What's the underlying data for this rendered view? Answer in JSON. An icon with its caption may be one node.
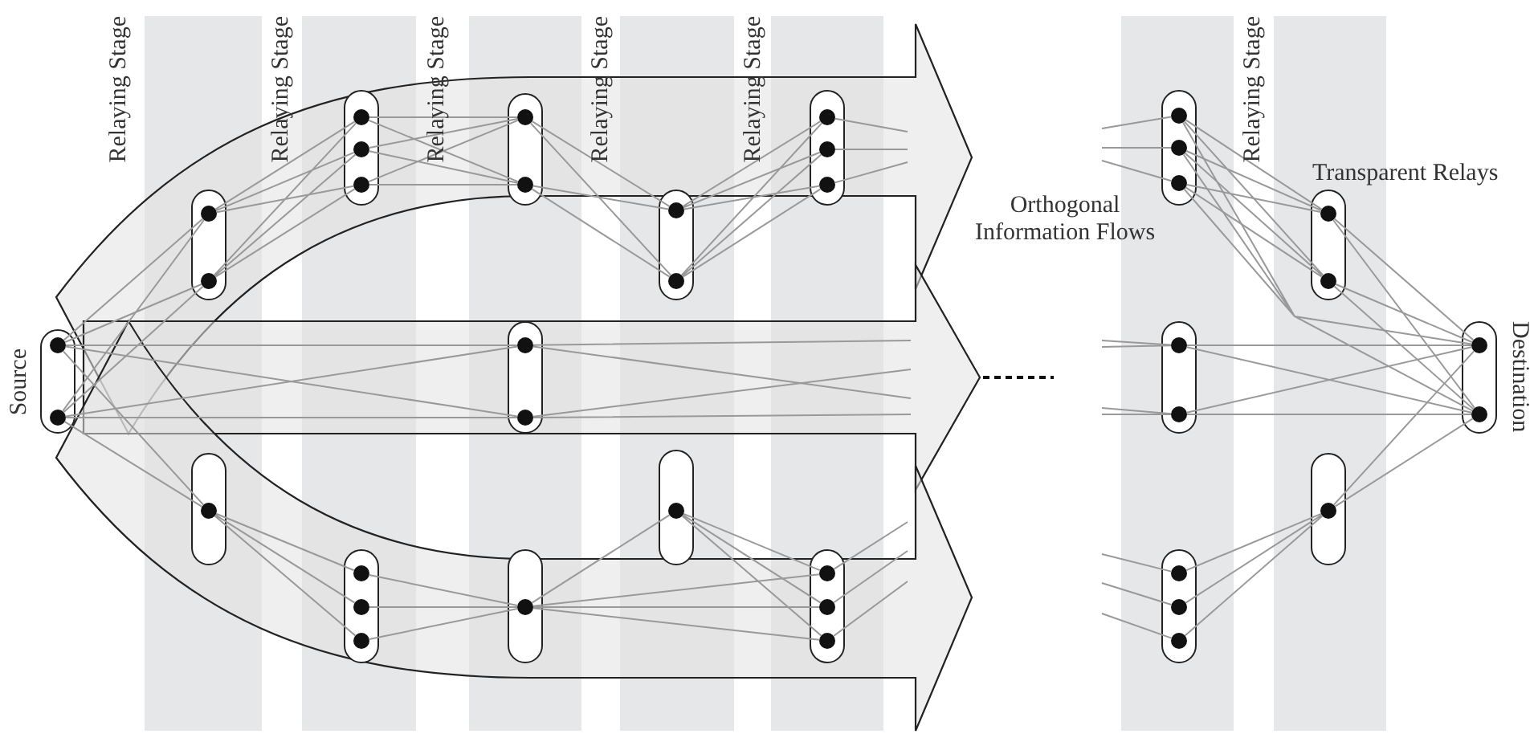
{
  "diagram": {
    "nodes": [
      {
        "text": [],
        "shape": "pill",
        "beside": [
          "Source"
        ]
      },
      {
        "text": [],
        "shape": "pill"
      },
      {
        "text": [],
        "shape": "pill"
      },
      {
        "text": [],
        "shape": "pill"
      },
      {
        "text": [],
        "shape": "pill"
      },
      {
        "text": [],
        "shape": "pill"
      },
      {
        "text": [],
        "shape": "pill"
      },
      {
        "text": [],
        "shape": "pill"
      },
      {
        "text": [],
        "shape": "pill"
      },
      {
        "text": [],
        "shape": "pill"
      },
      {
        "text": [],
        "shape": "pill"
      },
      {
        "text": [],
        "shape": "pill"
      },
      {
        "text": [],
        "shape": "pill"
      },
      {
        "text": [],
        "shape": "pill"
      },
      {
        "text": [],
        "shape": "pill"
      },
      {
        "text": [],
        "shape": "pill"
      },
      {
        "text": [],
        "shape": "pill"
      },
      {
        "text": [],
        "shape": "pill",
        "beside": [
          "Destination"
        ]
      }
    ],
    "edges": [
      {
        "from": 0,
        "to": 1,
        "arrow": "none"
      },
      {
        "from": 0,
        "to": 6,
        "arrow": "none"
      },
      {
        "from": 0,
        "to": 7,
        "arrow": "none"
      },
      {
        "from": 1,
        "to": 2,
        "arrow": "none"
      },
      {
        "from": 2,
        "to": 3,
        "arrow": "none"
      },
      {
        "from": 3,
        "to": 4,
        "arrow": "none"
      },
      {
        "from": 4,
        "to": 5,
        "arrow": "none"
      },
      {
        "from": 5,
        "to": null,
        "arrow": "none"
      },
      {
        "from": 6,
        "to": null,
        "arrow": "none"
      },
      {
        "from": 7,
        "to": 8,
        "arrow": "none"
      },
      {
        "from": 8,
        "to": 9,
        "arrow": "none"
      },
      {
        "from": 9,
        "to": 10,
        "arrow": "none"
      },
      {
        "from": 9,
        "to": 11,
        "arrow": "none"
      },
      {
        "from": 10,
        "to": 11,
        "arrow": "none"
      },
      {
        "from": 11,
        "to": null,
        "arrow": "none"
      },
      {
        "from": null,
        "to": 12,
        "arrow": "none"
      },
      {
        "from": 12,
        "to": 13,
        "arrow": "none"
      },
      {
        "from": 12,
        "to": 17,
        "arrow": "none"
      },
      {
        "from": 13,
        "to": 17,
        "arrow": "none"
      },
      {
        "from": null,
        "to": 14,
        "arrow": "none"
      },
      {
        "from": 14,
        "to": 17,
        "arrow": "none"
      },
      {
        "from": null,
        "to": 16,
        "arrow": "none"
      },
      {
        "from": 16,
        "to": 15,
        "arrow": "none"
      },
      {
        "from": 15,
        "to": 17,
        "arrow": "none"
      }
    ],
    "labels": [
      "Relaying Stage",
      "Relaying Stage",
      "Relaying Stage",
      "Relaying Stage",
      "Relaying Stage",
      "Relaying Stage",
      "Orthogonal Information Flows",
      "Transparent Relays"
    ]
  }
}
